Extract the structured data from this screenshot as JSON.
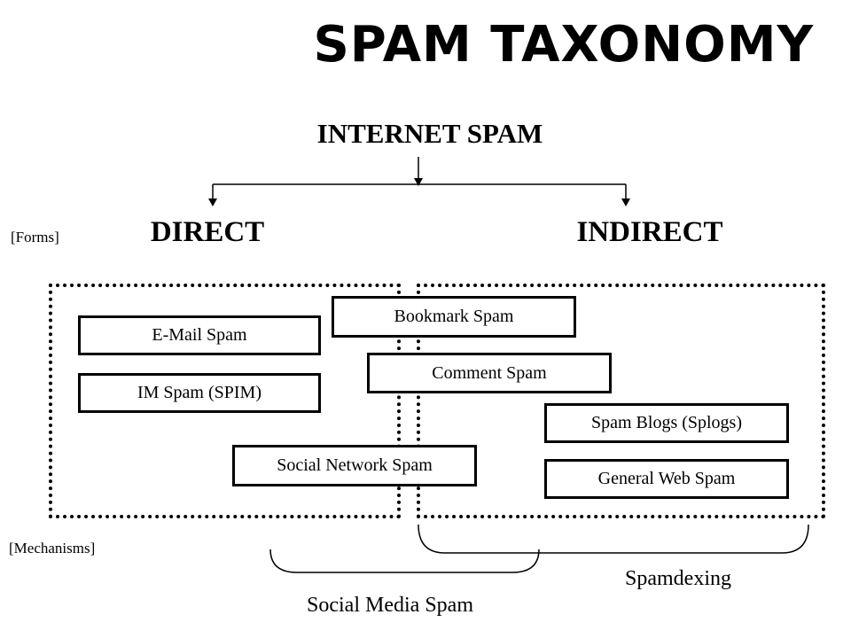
{
  "title": "SPAM TAXONOMY",
  "root": "INTERNET SPAM",
  "branches": {
    "direct": "DIRECT",
    "indirect": "INDIRECT"
  },
  "side_labels": {
    "forms": "[Forms]",
    "mechanisms": "[Mechanisms]"
  },
  "mechanisms": {
    "email": "E-Mail Spam",
    "im": "IM Spam (SPIM)",
    "bookmark": "Bookmark Spam",
    "comment": "Comment Spam",
    "social_network": "Social Network Spam",
    "splogs": "Spam Blogs (Splogs)",
    "general_web": "General Web Spam"
  },
  "groupings": {
    "social_media": "Social Media Spam",
    "spamdexing": "Spamdexing"
  }
}
